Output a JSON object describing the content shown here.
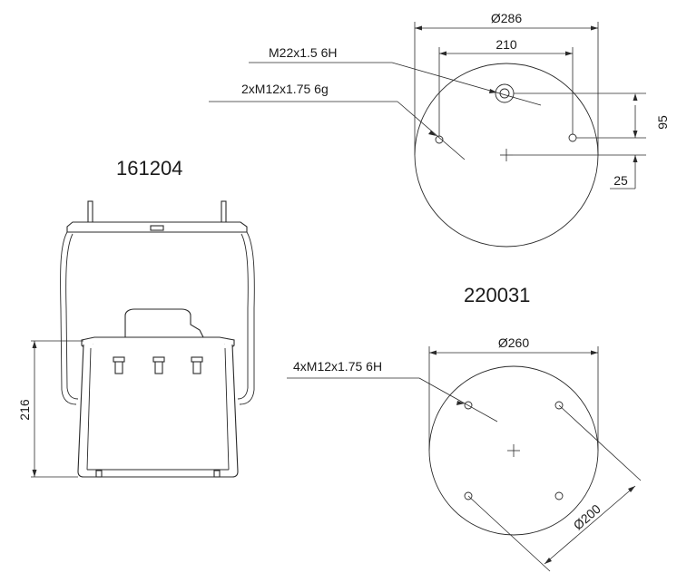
{
  "bellows": {
    "part_number": "161204",
    "height_dim": "216"
  },
  "top_plate": {
    "part_number": "",
    "outer_diameter": "Ø286",
    "bolt_spacing": "210",
    "center_thread": "M22x1.5 6H",
    "stud_thread": "2xM12x1.75 6g",
    "offset_y": "95",
    "offset_edge": "25"
  },
  "bottom_plate": {
    "part_number": "220031",
    "outer_diameter": "Ø260",
    "thread": "4xM12x1.75 6H",
    "bolt_circle": "Ø200"
  }
}
